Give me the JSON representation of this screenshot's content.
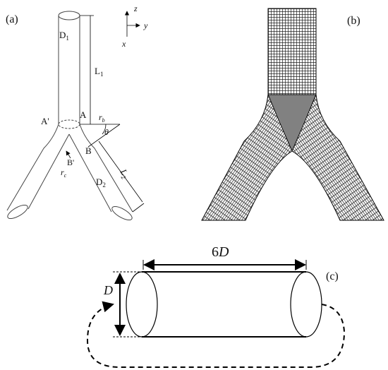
{
  "panel_a": {
    "tag": "(a)",
    "axis_z": "z",
    "axis_y": "y",
    "axis_x": "x",
    "d1": "D",
    "d1_sub": "1",
    "l1": "L",
    "l1_sub": "1",
    "a_prime": "A'",
    "a": "A",
    "rb": "r",
    "rb_sub": "b",
    "theta": "θ",
    "b": "B",
    "b_prime": "B'",
    "rc": "r",
    "rc_sub": "c",
    "d2": "D",
    "d2_sub": "2",
    "l2": "L",
    "l2_sub": "2"
  },
  "panel_b": {
    "tag": "(b)"
  },
  "panel_c": {
    "tag": "(c)",
    "length_label": "6D",
    "length_num": "6",
    "length_var": "D",
    "diameter_label": "D"
  }
}
